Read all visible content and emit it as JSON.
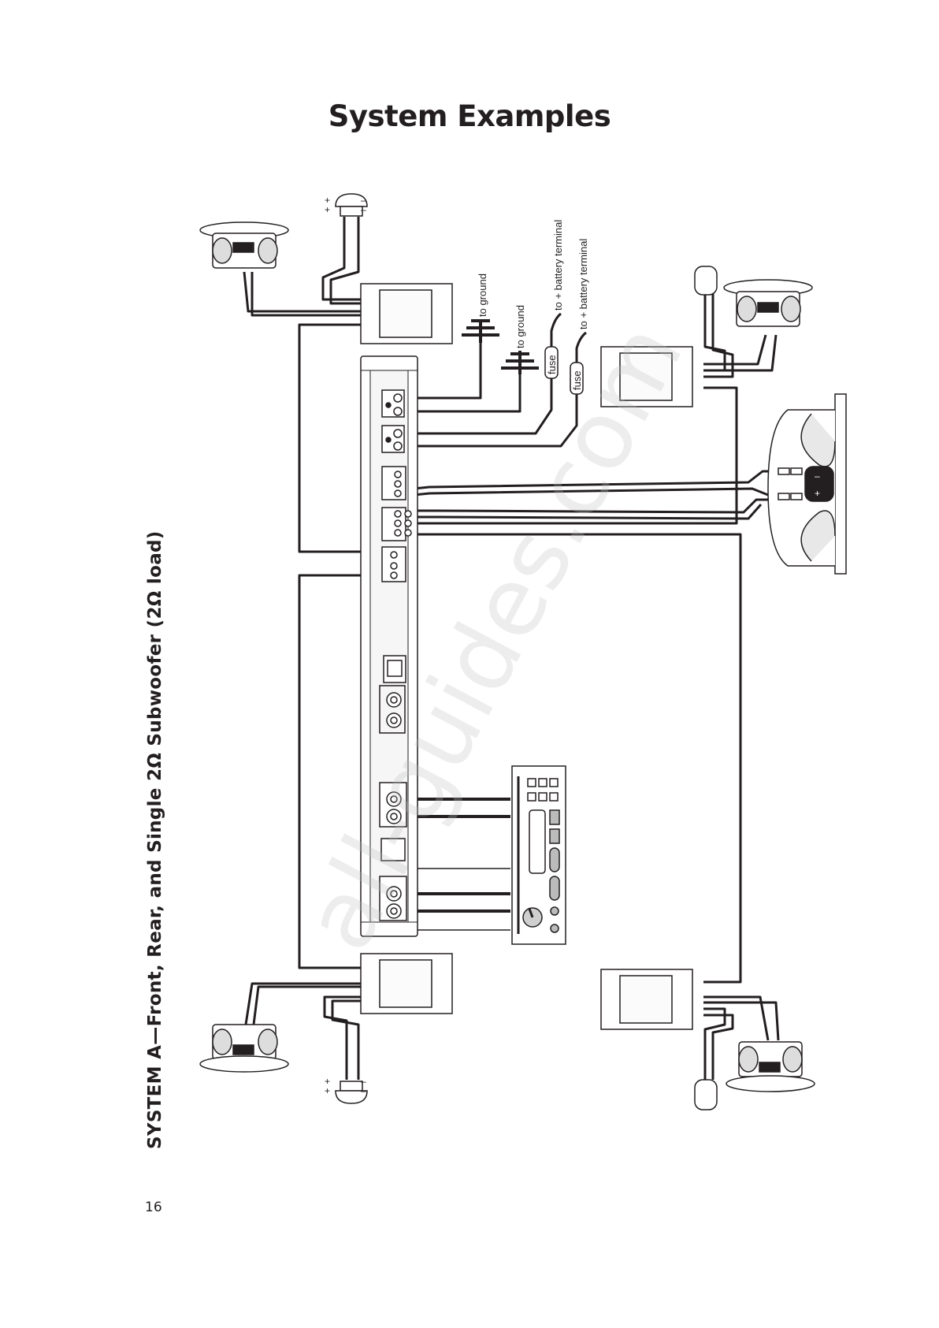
{
  "page": {
    "title": "System Examples",
    "system_title": "SYSTEM A—Front, Rear, and Single 2Ω Subwoofer (2Ω load)",
    "page_number": "16",
    "watermark": "all-guides.com"
  },
  "diagram": {
    "labels": {
      "ground_1": "to ground",
      "ground_2": "to ground",
      "battery_1": "to  +  battery terminal",
      "battery_2": "to  +  battery terminal",
      "fuse_1": "fuse",
      "fuse_2": "fuse",
      "tweeter_plus": "+",
      "tweeter_minus": "–",
      "sub_plus": "+",
      "sub_minus": "–"
    }
  }
}
